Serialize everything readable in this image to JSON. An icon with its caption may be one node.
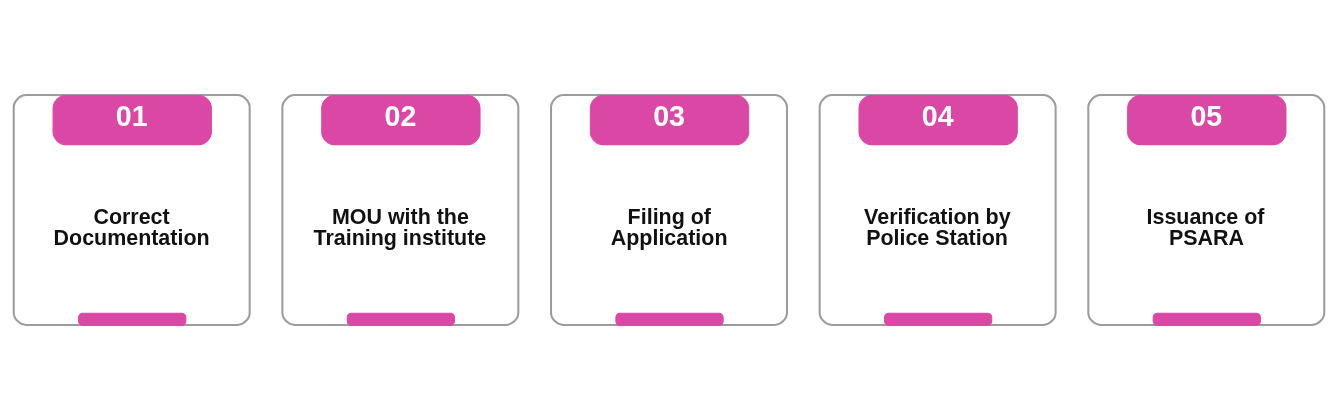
{
  "diagram": {
    "nodes": [
      {
        "text": [
          "01",
          "Correct Documentation"
        ]
      },
      {
        "text": [
          "02",
          "MOU with the Training institute"
        ]
      },
      {
        "text": [
          "03",
          "Filing of Application"
        ]
      },
      {
        "text": [
          "04",
          "Verification by Police Station"
        ]
      },
      {
        "text": [
          "05",
          "Issuance of PSARA"
        ]
      }
    ]
  }
}
